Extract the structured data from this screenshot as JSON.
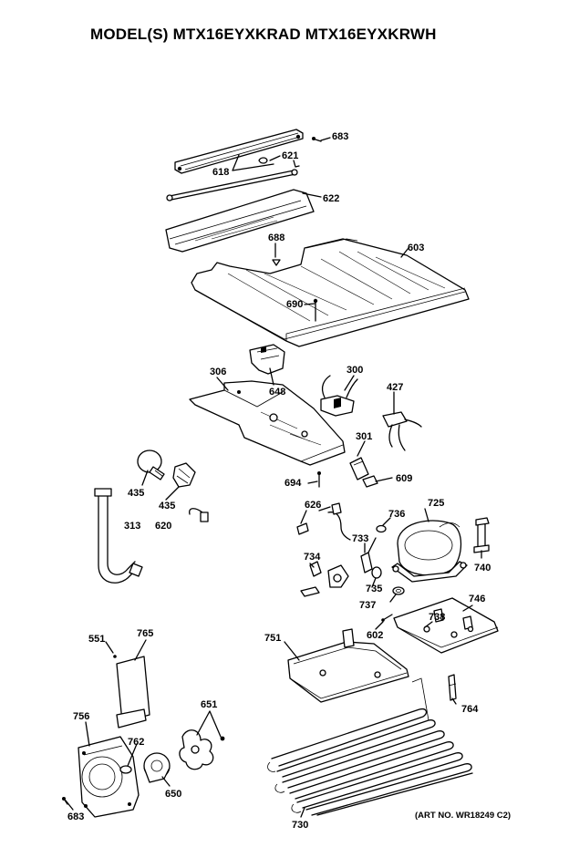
{
  "title": "MODEL(S) MTX16EYXKRAD  MTX16EYXKRWH",
  "art_number": "(ART NO. WR18249 C2)",
  "callouts": [
    {
      "id": "683-top",
      "text": "683"
    },
    {
      "id": "621",
      "text": "621"
    },
    {
      "id": "618",
      "text": "618"
    },
    {
      "id": "622",
      "text": "622"
    },
    {
      "id": "688",
      "text": "688"
    },
    {
      "id": "603",
      "text": "603"
    },
    {
      "id": "690",
      "text": "690"
    },
    {
      "id": "306",
      "text": "306"
    },
    {
      "id": "648",
      "text": "648"
    },
    {
      "id": "300",
      "text": "300"
    },
    {
      "id": "427",
      "text": "427"
    },
    {
      "id": "301",
      "text": "301"
    },
    {
      "id": "609",
      "text": "609"
    },
    {
      "id": "694",
      "text": "694"
    },
    {
      "id": "435-a",
      "text": "435"
    },
    {
      "id": "435-b",
      "text": "435"
    },
    {
      "id": "313",
      "text": "313"
    },
    {
      "id": "620",
      "text": "620"
    },
    {
      "id": "626",
      "text": "626"
    },
    {
      "id": "736",
      "text": "736"
    },
    {
      "id": "725",
      "text": "725"
    },
    {
      "id": "733",
      "text": "733"
    },
    {
      "id": "740",
      "text": "740"
    },
    {
      "id": "734",
      "text": "734"
    },
    {
      "id": "735",
      "text": "735"
    },
    {
      "id": "737",
      "text": "737"
    },
    {
      "id": "746",
      "text": "746"
    },
    {
      "id": "738",
      "text": "738"
    },
    {
      "id": "602",
      "text": "602"
    },
    {
      "id": "551",
      "text": "551"
    },
    {
      "id": "765",
      "text": "765"
    },
    {
      "id": "751",
      "text": "751"
    },
    {
      "id": "764",
      "text": "764"
    },
    {
      "id": "756",
      "text": "756"
    },
    {
      "id": "651",
      "text": "651"
    },
    {
      "id": "762",
      "text": "762"
    },
    {
      "id": "650",
      "text": "650"
    },
    {
      "id": "683-bottom",
      "text": "683"
    },
    {
      "id": "730",
      "text": "730"
    }
  ]
}
